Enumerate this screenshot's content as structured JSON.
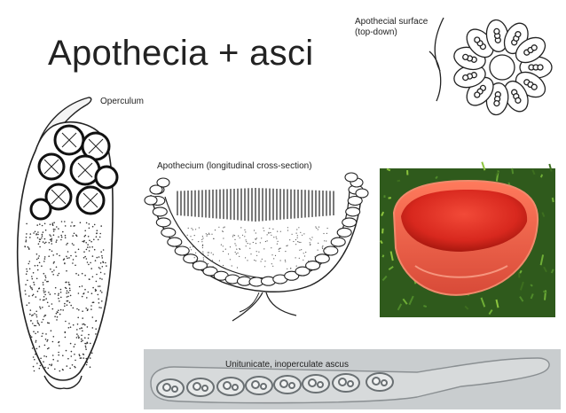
{
  "slide": {
    "title": "Apothecia + asci",
    "labels": {
      "operculum": "Operculum",
      "surface_line1": "Apothecial surface",
      "surface_line2": "(top-down)",
      "cross_section": "Apothecium (longitudinal cross-section)",
      "ascus": "Unitunicate, inoperculate ascus"
    }
  },
  "colors": {
    "ink": "#222222",
    "cup_red": "#d8281e",
    "moss_green": "#4f8a2a",
    "micro_gray": "#c9cdcf"
  },
  "icons": [
    "ascus-drawing",
    "apothecial-surface-drawing",
    "apothecium-cross-section-drawing",
    "cup-fungus-photo",
    "ascus-micrograph"
  ]
}
